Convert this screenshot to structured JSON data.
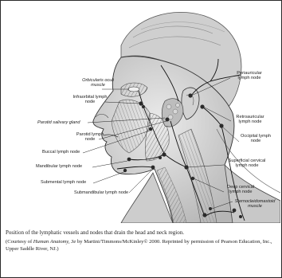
{
  "labels": {
    "orbicularis_oculi": "Orbicularis oculi\nmuscle",
    "infraorbital": "Infraorbital lymph\nnode",
    "parotid_gland": "Parotid salivary gland",
    "parotid_node": "Parotid lymph\nnode",
    "buccal": "Buccal lymph node",
    "mandibular": "Mandibular lymph node",
    "submental": "Submental lymph node",
    "submandibular": "Submandibular lymph node",
    "periauricular": "Periauricular\nlymph node",
    "retroauricular": "Retroauricular\nlymph node",
    "occipital": "Occipital lymph\nnode",
    "superficial_cervical": "Superficial cervical\nlymph node",
    "deep_cervical": "Deep cervical\nlymph node",
    "sternocleidomastoid": "Sternocleidomastoid\nmuscle"
  },
  "caption": "Position of the lymphatic vessels and nodes that drain the head and neck region.",
  "credit": {
    "prefix": "(Courtesy of ",
    "book": "Human Anatomy, 3e",
    "rest": " by Martini/Timmons/McKinley© 2000. Reprinted by permission of Pearson Education, Inc., Upper Saddle River, NJ.)"
  },
  "colors": {
    "line": "#111111",
    "skin": "#d9d9d9",
    "muscle": "#a9a9a9",
    "node": "#2b2b2b",
    "gland": "#c4c4c4"
  }
}
